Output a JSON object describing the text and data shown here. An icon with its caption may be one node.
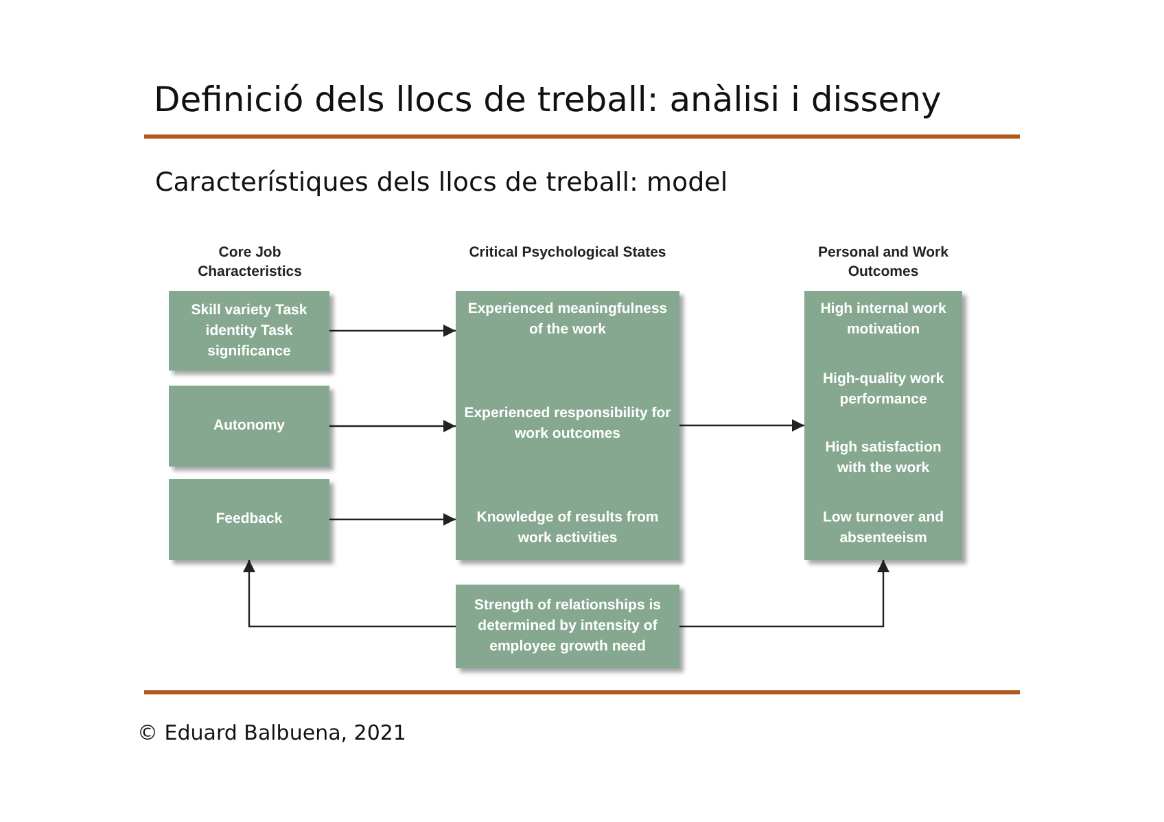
{
  "diagram": {
    "title": "Definició dels llocs de treball: anàlisi i disseny",
    "nodes": [
      {
        "text": [
          "Skill variety Task identity Task significance"
        ]
      },
      {
        "text": [
          "Autonomy"
        ]
      },
      {
        "text": [
          "Feedback"
        ]
      },
      {
        "text": [
          "Experienced meaningfulness of the work",
          "Experienced responsibility for work outcomes",
          "Knowledge of results from work activities"
        ]
      },
      {
        "text": [
          "High internal work motivation",
          "High-quality work performance",
          "High satisfaction with the work",
          "Low turnover and absenteeism"
        ]
      },
      {
        "text": [
          "Strength of relationships is determined by intensity of employee growth need"
        ]
      }
    ],
    "edges": [
      {
        "from": 0,
        "to": 3,
        "arrow": "to"
      },
      {
        "from": 1,
        "to": 3,
        "arrow": "to"
      },
      {
        "from": 2,
        "to": 3,
        "arrow": "to"
      },
      {
        "from": 3,
        "to": 4,
        "arrow": "to"
      },
      {
        "from": 5,
        "to": 2,
        "arrow": "to"
      },
      {
        "from": 5,
        "to": 4,
        "arrow": "to"
      }
    ],
    "labels": [
      "Característiques dels llocs de treball: model",
      "Core Job Characteristics",
      "Critical Psychological States",
      "Personal and Work Outcomes",
      "© Eduard Balbuena, 2021"
    ]
  }
}
